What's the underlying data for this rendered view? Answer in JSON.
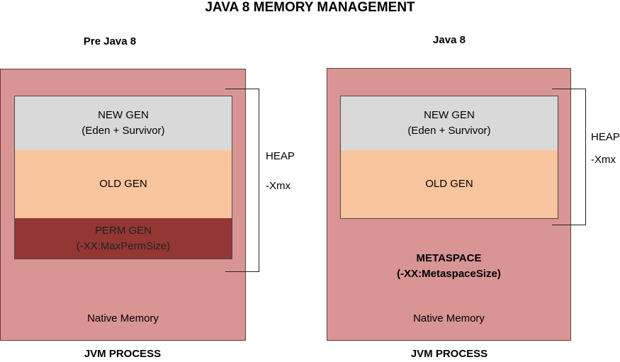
{
  "title": "JAVA 8 MEMORY MANAGEMENT",
  "left": {
    "heading": "Pre Java 8",
    "new_gen": "NEW GEN",
    "new_gen_sub": "(Eden + Survivor)",
    "old_gen": "OLD GEN",
    "perm_gen": "PERM GEN",
    "perm_gen_sub": "(-XX:MaxPermSize)",
    "heap": "HEAP",
    "xmx": "-Xmx",
    "native": "Native Memory",
    "footer": "JVM PROCESS"
  },
  "right": {
    "heading": "Java 8",
    "new_gen": "NEW GEN",
    "new_gen_sub": "(Eden + Survivor)",
    "old_gen": "OLD GEN",
    "heap": "HEAP",
    "xmx": "-Xmx",
    "metaspace": "METASPACE",
    "metaspace_sub": "(-XX:MetaspaceSize)",
    "native": "Native Memory",
    "footer": "JVM PROCESS"
  },
  "colors": {
    "process": "#d99594",
    "new_gen": "#d9d9d9",
    "old_gen": "#f8c59f",
    "perm_gen": "#943634"
  }
}
